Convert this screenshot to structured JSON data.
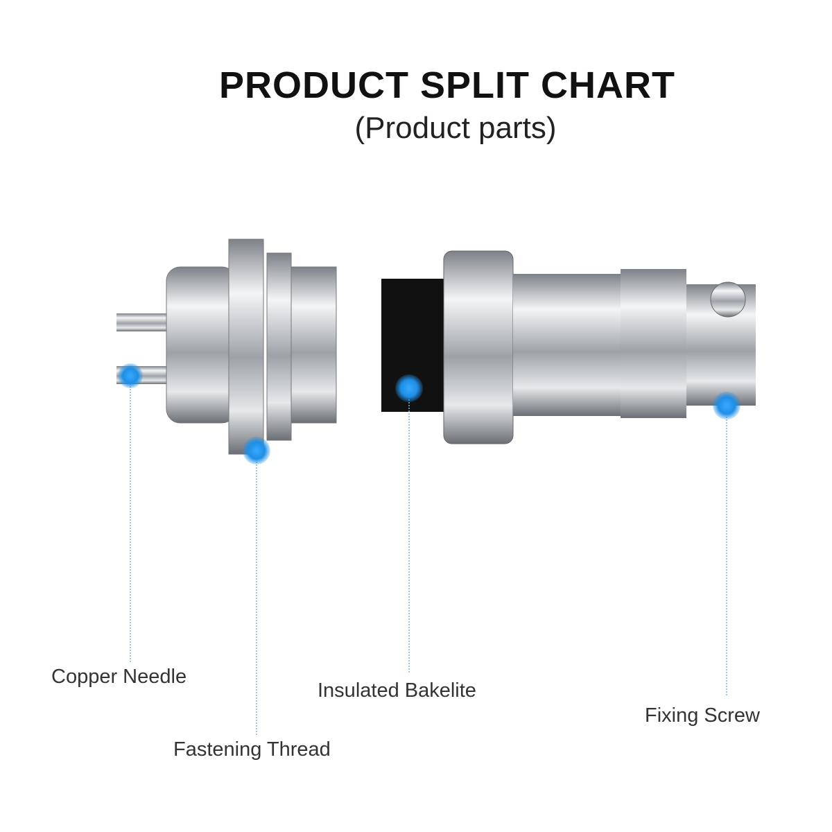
{
  "title": "PRODUCT SPLIT CHART",
  "subtitle": "(Product parts)",
  "labels": {
    "copper_needle": "Copper Needle",
    "fastening_thread": "Fastening Thread",
    "insulated_bakelite": "Insulated Bakelite",
    "fixing_screw": "Fixing Screw"
  },
  "colors": {
    "accent": "#1e8fe6",
    "metal": "#b8bcc2",
    "bakelite": "#111111"
  }
}
